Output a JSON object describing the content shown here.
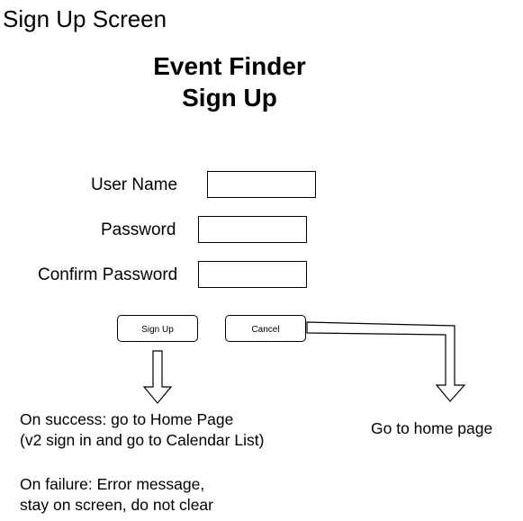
{
  "screen_title": "Sign Up Screen",
  "app_title_line1": "Event Finder",
  "app_title_line2": "Sign Up",
  "form": {
    "username_label": "User Name",
    "password_label": "Password",
    "confirm_password_label": "Confirm Password",
    "username_value": "",
    "password_value": "",
    "confirm_password_value": ""
  },
  "buttons": {
    "sign_up_label": "Sign Up",
    "cancel_label": "Cancel"
  },
  "notes": {
    "success_line1": "On success: go to Home Page",
    "success_line2": "(v2 sign in and go to Calendar List)",
    "failure_line1": "On failure: Error message,",
    "failure_line2": "stay on screen, do not clear",
    "cancel_note": "Go to home page"
  },
  "colors": {
    "stroke": "#000000",
    "background": "#ffffff"
  },
  "icons": {
    "signup_arrow": "arrow-down-icon",
    "cancel_arrow": "bent-arrow-right-down-icon"
  }
}
